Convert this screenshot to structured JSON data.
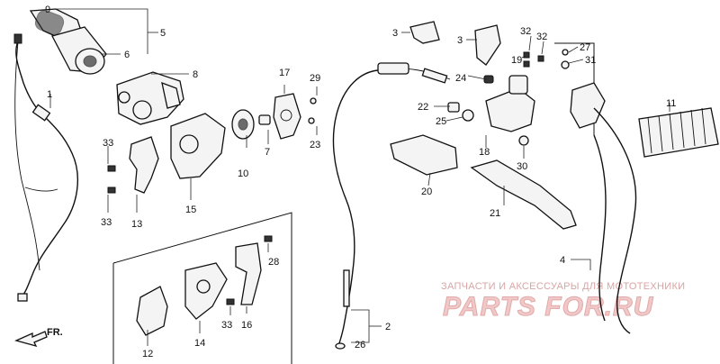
{
  "callouts": [
    "1",
    "2",
    "3",
    "3",
    "4",
    "5",
    "6",
    "7",
    "8",
    "9",
    "10",
    "11",
    "12",
    "13",
    "14",
    "15",
    "16",
    "17",
    "18",
    "19",
    "20",
    "21",
    "22",
    "23",
    "24",
    "25",
    "26",
    "27",
    "28",
    "29",
    "30",
    "31",
    "32",
    "32",
    "33",
    "33",
    "33"
  ],
  "direction_label": "FR.",
  "watermark": {
    "caption": "ЗАПЧАСТИ И АКСЕССУАРЫ ДЛЯ МОТОТЕХНИКИ",
    "brand": "PARTS FOR.RU"
  },
  "colors": {
    "line": "#111111",
    "watermark": "#e8b4b4",
    "background": "#ffffff"
  }
}
